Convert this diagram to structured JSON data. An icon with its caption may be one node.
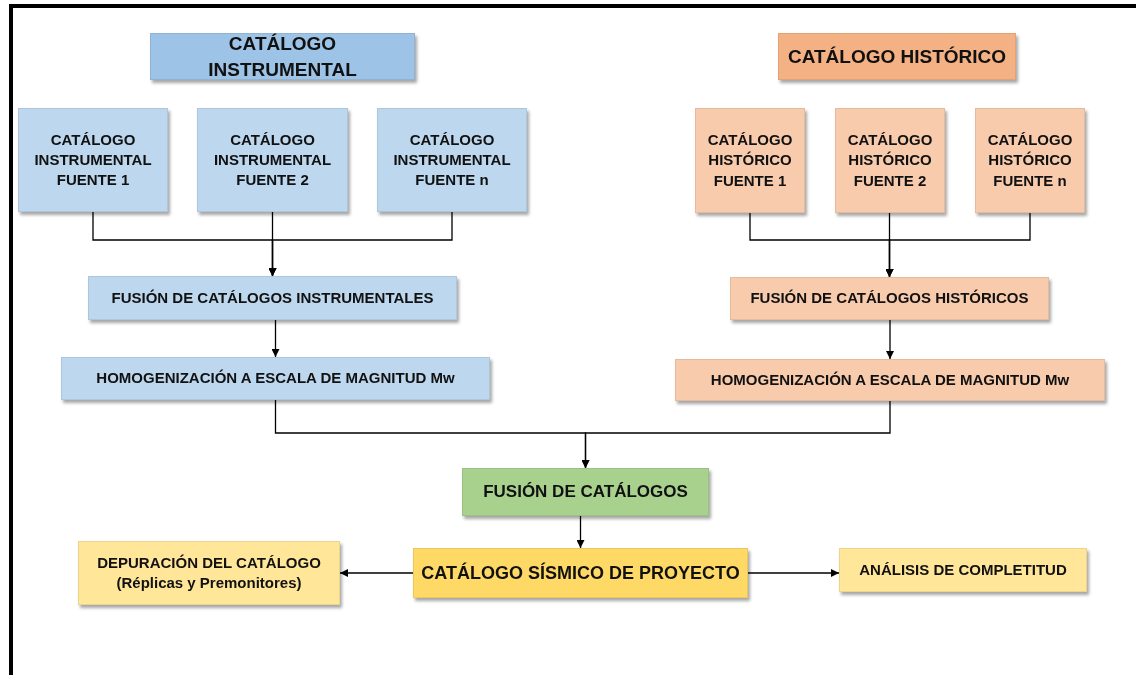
{
  "diagram": {
    "nodes": [
      {
        "text": [
          "CATÁLOGO INSTRUMENTAL"
        ]
      },
      {
        "text": [
          "CATÁLOGO INSTRUMENTAL FUENTE 1"
        ]
      },
      {
        "text": [
          "CATÁLOGO INSTRUMENTAL FUENTE 2"
        ]
      },
      {
        "text": [
          "CATÁLOGO INSTRUMENTAL FUENTE n"
        ]
      },
      {
        "text": [
          "CATÁLOGO HISTÓRICO"
        ]
      },
      {
        "text": [
          "CATÁLOGO HISTÓRICO FUENTE 1"
        ]
      },
      {
        "text": [
          "CATÁLOGO HISTÓRICO FUENTE 2"
        ]
      },
      {
        "text": [
          "CATÁLOGO HISTÓRICO FUENTE n"
        ]
      },
      {
        "text": [
          "FUSIÓN DE CATÁLOGOS INSTRUMENTALES"
        ]
      },
      {
        "text": [
          "FUSIÓN DE CATÁLOGOS HISTÓRICOS"
        ]
      },
      {
        "text": [
          "HOMOGENIZACIÓN A ESCALA DE MAGNITUD Mw"
        ]
      },
      {
        "text": [
          "HOMOGENIZACIÓN A ESCALA DE MAGNITUD Mw"
        ]
      },
      {
        "text": [
          "FUSIÓN DE CATÁLOGOS"
        ]
      },
      {
        "text": [
          "DEPURACIÓN DEL CATÁLOGO",
          "(Réplicas y Premonitores)"
        ]
      },
      {
        "text": [
          "CATÁLOGO SÍSMICO DE PROYECTO"
        ]
      },
      {
        "text": [
          "ANÁLISIS DE COMPLETITUD"
        ]
      }
    ],
    "edges": [
      {
        "from": 1,
        "to": 8,
        "arrow": "to"
      },
      {
        "from": 2,
        "to": 8,
        "arrow": "to"
      },
      {
        "from": 3,
        "to": 8,
        "arrow": "to"
      },
      {
        "from": 5,
        "to": 9,
        "arrow": "to"
      },
      {
        "from": 6,
        "to": 9,
        "arrow": "to"
      },
      {
        "from": 7,
        "to": 9,
        "arrow": "to"
      },
      {
        "from": 8,
        "to": 10,
        "arrow": "to"
      },
      {
        "from": 9,
        "to": 11,
        "arrow": "to"
      },
      {
        "from": 10,
        "to": 12,
        "arrow": "to"
      },
      {
        "from": 11,
        "to": 12,
        "arrow": "to"
      },
      {
        "from": 12,
        "to": 14,
        "arrow": "to"
      },
      {
        "from": 14,
        "to": 13,
        "arrow": "to"
      },
      {
        "from": 14,
        "to": 15,
        "arrow": "to"
      }
    ]
  }
}
